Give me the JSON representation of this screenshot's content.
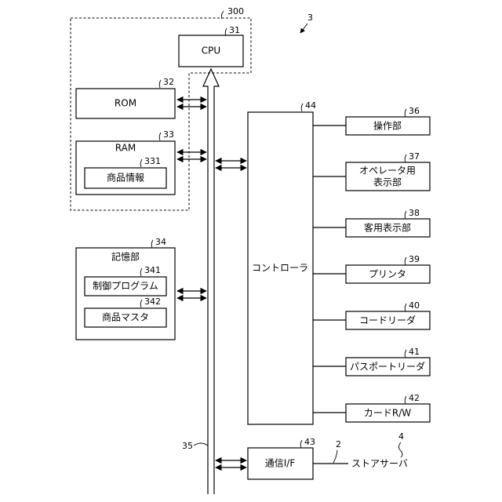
{
  "refs": {
    "system": "3",
    "group": "300",
    "cpu": "31",
    "rom": "32",
    "ram": "33",
    "product_info": "331",
    "storage": "34",
    "control_program": "341",
    "product_master": "342",
    "bus": "35",
    "operation": "36",
    "operator_display": "37",
    "customer_display": "38",
    "printer": "39",
    "code_reader": "40",
    "passport_reader": "41",
    "card_rw": "42",
    "comm_if": "43",
    "controller": "44",
    "network": "2",
    "store_server": "4"
  },
  "labels": {
    "cpu": "CPU",
    "rom": "ROM",
    "ram": "RAM",
    "product_info": "商品情報",
    "storage": "記憶部",
    "control_program": "制御プログラム",
    "product_master": "商品マスタ",
    "controller": "コントローラ",
    "operation": "操作部",
    "operator_display_1": "オペレータ用",
    "operator_display_2": "表示部",
    "customer_display": "客用表示部",
    "printer": "プリンタ",
    "code_reader": "コードリーダ",
    "passport_reader": "パスポートリーダ",
    "card_rw": "カードR/W",
    "comm_if": "通信I/F",
    "store_server": "ストアサーバ"
  }
}
